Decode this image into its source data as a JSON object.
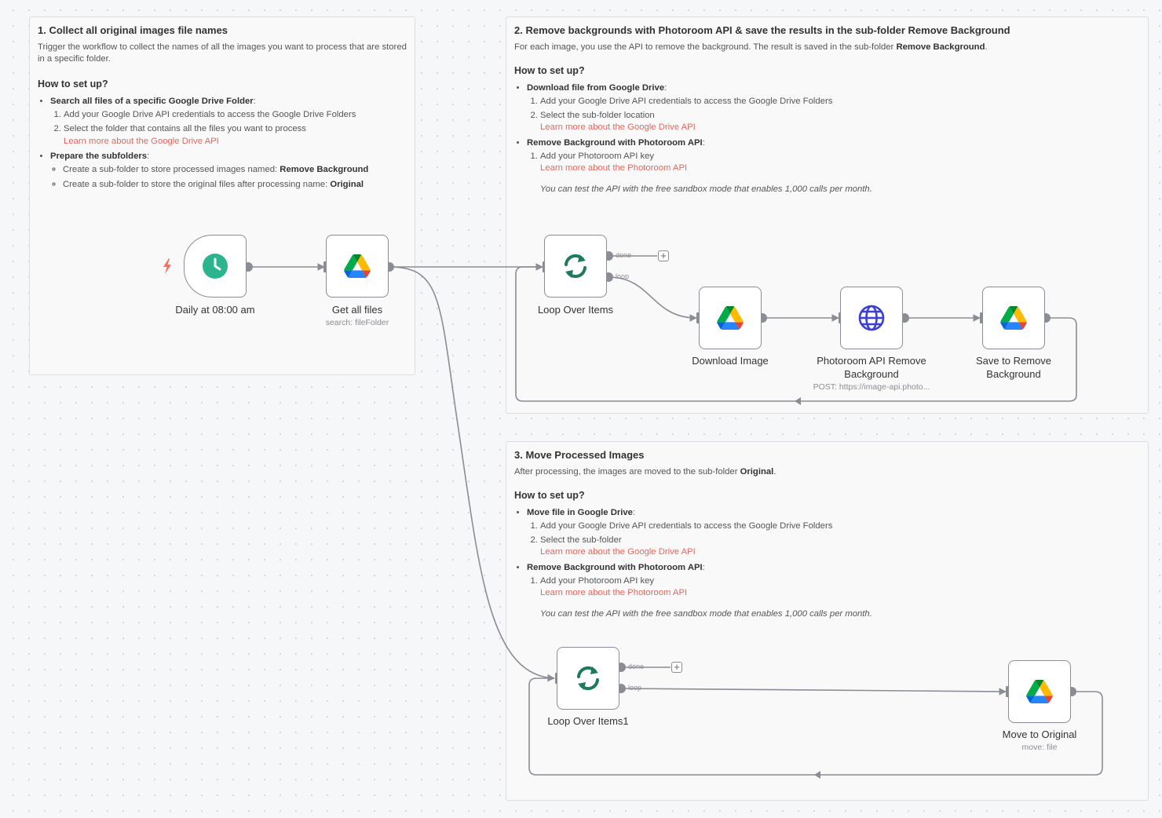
{
  "sticky1": {
    "title": "1. Collect all original images file names",
    "desc": "Trigger the workflow to collect the names of all the images you want to process that are stored in a specific folder.",
    "setup_title": "How to set up?",
    "b1_title": "Search all files of a specific Google Drive Folder",
    "b1_colon": ":",
    "b1_step1": "Add your Google Drive API credentials to access the Google Drive Folders",
    "b1_step2": "Select the folder that contains all the files you want to process",
    "b1_link": "Learn more about the Google Drive API",
    "b2_title": "Prepare the subfolders",
    "b2_colon": ":",
    "b2_item1_text": "Create a sub-folder to store processed images named: ",
    "b2_item1_bold": "Remove Background",
    "b2_item2_text": "Create a sub-folder to store the original files after processing name: ",
    "b2_item2_bold": "Original"
  },
  "sticky2": {
    "title": "2. Remove backgrounds with Photoroom API & save the results in the sub-folder Remove Background",
    "desc_text": "For each image, you use the API to remove the background. The result is saved in the sub-folder ",
    "desc_bold": "Remove Background",
    "desc_end": ".",
    "setup_title": "How to set up?",
    "b1_title": "Download file from Google Drive",
    "b1_colon": ":",
    "b1_step1": "Add your Google Drive API credentials to access the Google Drive Folders",
    "b1_step2": "Select the sub-folder location",
    "b1_link": "Learn more about the Google Drive API",
    "b2_title": "Remove Background with Photoroom API",
    "b2_colon": ":",
    "b2_step1": "Add your Photoroom API key",
    "b2_link": "Learn more about the Photoroom API",
    "note": "You can test the API with the free sandbox mode that enables 1,000 calls per month."
  },
  "sticky3": {
    "title": "3. Move Processed Images",
    "desc_text": "After processing, the images are moved to the sub-folder ",
    "desc_bold": "Original",
    "desc_end": ".",
    "setup_title": "How to set up?",
    "b1_title": "Move file in Google Drive",
    "b1_colon": ":",
    "b1_step1": "Add your Google Drive API credentials to access the Google Drive Folders",
    "b1_step2": "Select the sub-folder",
    "b1_link": "Learn more about the Google Drive API",
    "b2_title": "Remove Background with Photoroom API",
    "b2_colon": ":",
    "b2_step1": "Add your Photoroom API key",
    "b2_link": "Learn more about the Photoroom API",
    "note": "You can test the API with the free sandbox mode that enables 1,000 calls per month."
  },
  "nodes": {
    "schedule": {
      "name": "Daily at 08:00 am",
      "icon": "clock-icon"
    },
    "get_all_files": {
      "name": "Get all files",
      "subtitle": "search: fileFolder",
      "icon": "google-drive-icon"
    },
    "loop1": {
      "name": "Loop Over Items",
      "icon": "loop-icon",
      "port_done": "done",
      "port_loop": "loop"
    },
    "download_image": {
      "name": "Download Image",
      "icon": "google-drive-icon"
    },
    "photoroom": {
      "name": "Photoroom API Remove Background",
      "subtitle": "POST: https://image-api.photo...",
      "icon": "globe-icon"
    },
    "save_remove_bg": {
      "name": "Save to Remove Background",
      "icon": "google-drive-icon"
    },
    "loop2": {
      "name": "Loop Over Items1",
      "icon": "loop-icon",
      "port_done": "done",
      "port_loop": "loop"
    },
    "move_original": {
      "name": "Move to Original",
      "subtitle": "move: file",
      "icon": "google-drive-icon"
    }
  },
  "colors": {
    "link": "#e5685e",
    "trigger_bolt": "#ff6d5a",
    "clock": "#2bb58f",
    "loop": "#1f7a5c",
    "globe": "#3b3fd6",
    "wire": "#8a8d94"
  }
}
